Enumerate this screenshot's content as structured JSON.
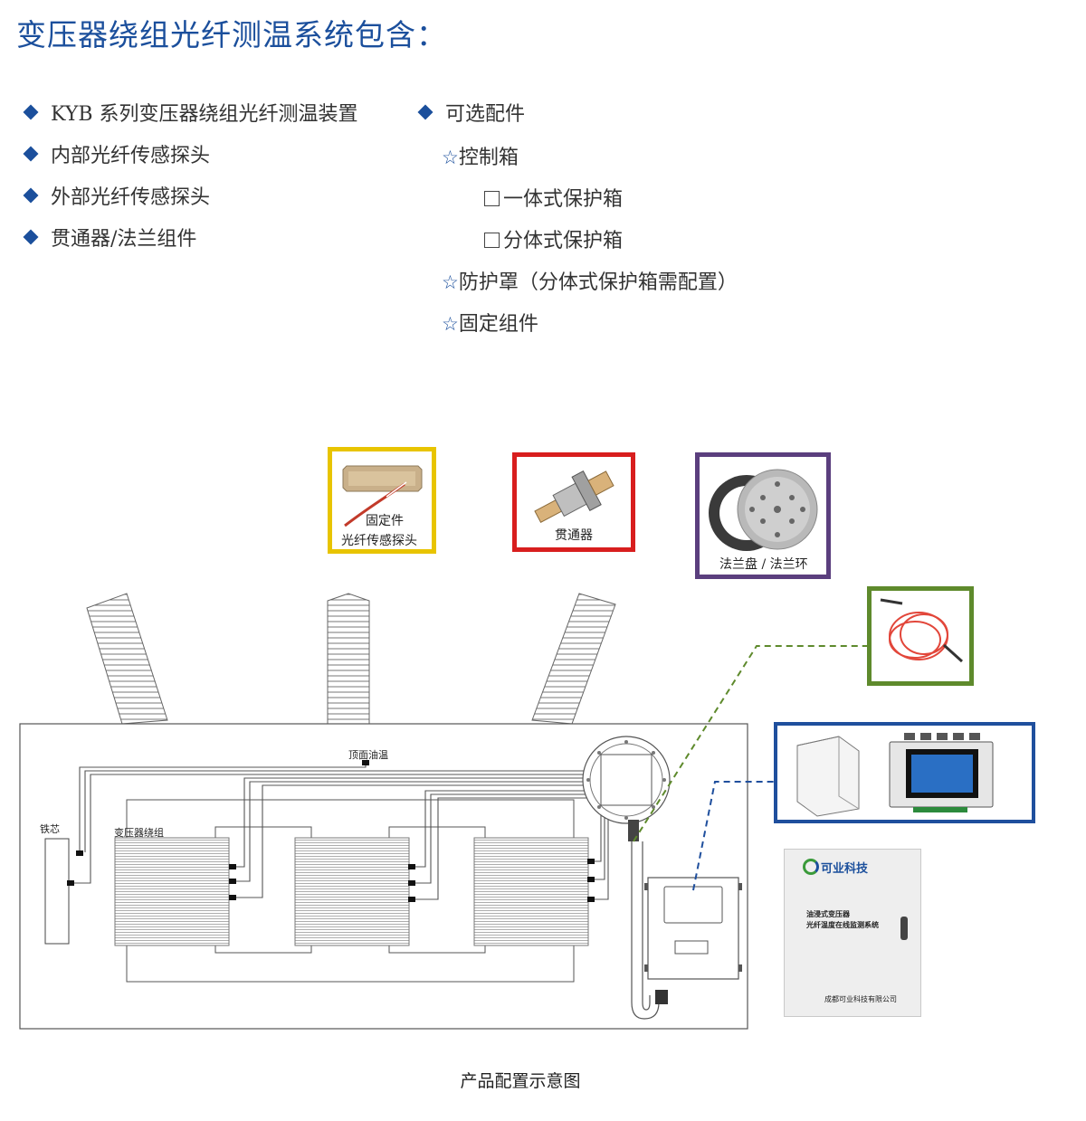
{
  "title": "变压器绕组光纤测温系统包含：",
  "left_list": [
    "KYB 系列变压器绕组光纤测温装置",
    "内部光纤传感探头",
    "外部光纤传感探头",
    "贯通器/法兰组件"
  ],
  "options": {
    "header": "可选配件",
    "control_box": "控制箱",
    "integrated_box": "一体式保护箱",
    "split_box": "分体式保护箱",
    "cover": "防护罩（分体式保护箱需配置）",
    "fixing": "固定组件"
  },
  "photos": {
    "probe_label_1": "固定件",
    "probe_label_2": "光纤传感探头",
    "feedthrough_label": "贯通器",
    "flange_label": "法兰盘 / 法兰环",
    "cabinet_logo": "可业科技",
    "cabinet_title_1": "油浸式变压器",
    "cabinet_title_2": "光纤温度在线监测系统",
    "cabinet_company": "成都可业科技有限公司"
  },
  "diagram": {
    "top_oil": "顶面油温",
    "iron_core": "铁芯",
    "winding": "变压器绕组"
  },
  "caption": "产品配置示意图",
  "colors": {
    "brand_blue": "#1b4f9c",
    "yellow_frame": "#e8c400",
    "red_frame": "#d81e1e",
    "purple_frame": "#5b3f7e",
    "green_frame": "#5e8a2c",
    "blue_frame": "#1f4f9d"
  }
}
